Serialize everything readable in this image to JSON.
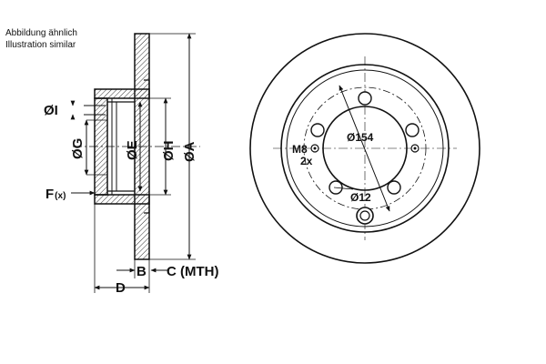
{
  "notes": {
    "line1": "Abbildung ähnlich",
    "line2": "Illustration similar"
  },
  "side_view": {
    "dims": {
      "I": "ØI",
      "G": "ØG",
      "E": "ØE",
      "H": "ØH",
      "A": "ØA",
      "F": "F",
      "F_sub": "(x)",
      "B": "B",
      "C": "C (MTH)",
      "D": "D"
    }
  },
  "front_view": {
    "pcd_label": "Ø154",
    "hole_label": "Ø12",
    "thread_label": "M8",
    "thread_count": "2x"
  },
  "colors": {
    "line": "#111111",
    "hatch": "#333333",
    "fill": "#ffffff"
  }
}
